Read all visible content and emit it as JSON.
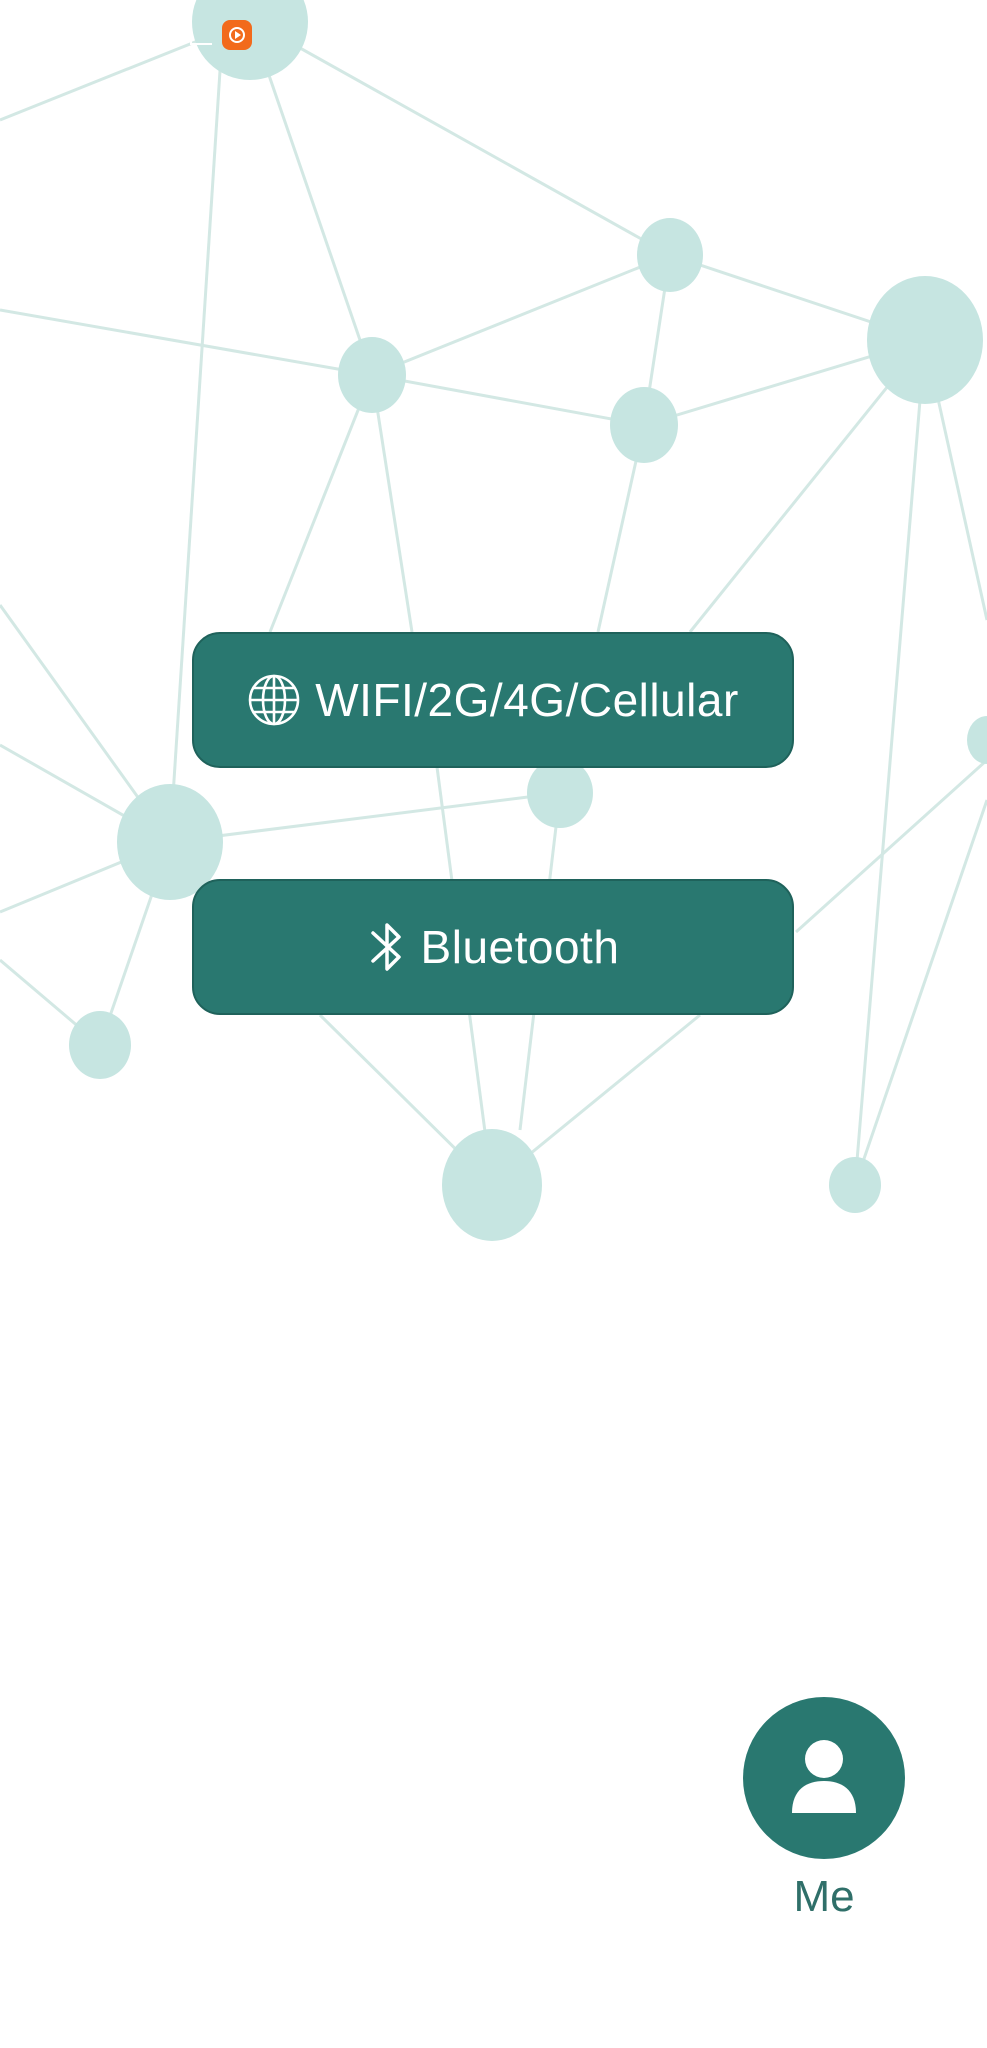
{
  "status_bar": {
    "icons": [
      "screen-icon",
      "video-app-icon"
    ]
  },
  "connection_options": {
    "wifi": {
      "label": "WIFI/2G/4G/Cellular",
      "icon": "globe-icon"
    },
    "bluetooth": {
      "label": "Bluetooth",
      "icon": "bluetooth-icon"
    }
  },
  "nav": {
    "me": {
      "label": "Me",
      "icon": "person-icon"
    }
  },
  "colors": {
    "primary": "#297870",
    "node": "#c6e5e1",
    "line": "#d3e8e4",
    "background": "#ffffff",
    "badge": "#f26a1b"
  }
}
